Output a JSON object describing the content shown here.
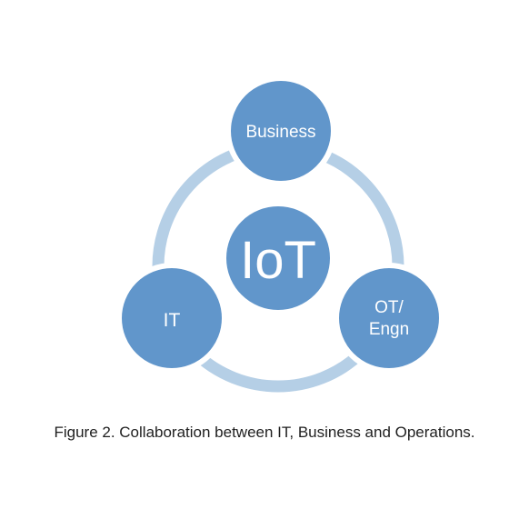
{
  "diagram": {
    "center_label": "IoT",
    "nodes": {
      "business": {
        "label": "Business"
      },
      "it": {
        "label": "IT"
      },
      "ot": {
        "label_line1": "OT/",
        "label_line2": "Engn"
      }
    },
    "caption": "Figure 2. Collaboration between IT, Business and Operations."
  },
  "colors": {
    "node_fill": "#6196cb",
    "node_stroke": "#ffffff",
    "ring": "#b5cfe6",
    "caption_text": "#1f1f1f"
  }
}
